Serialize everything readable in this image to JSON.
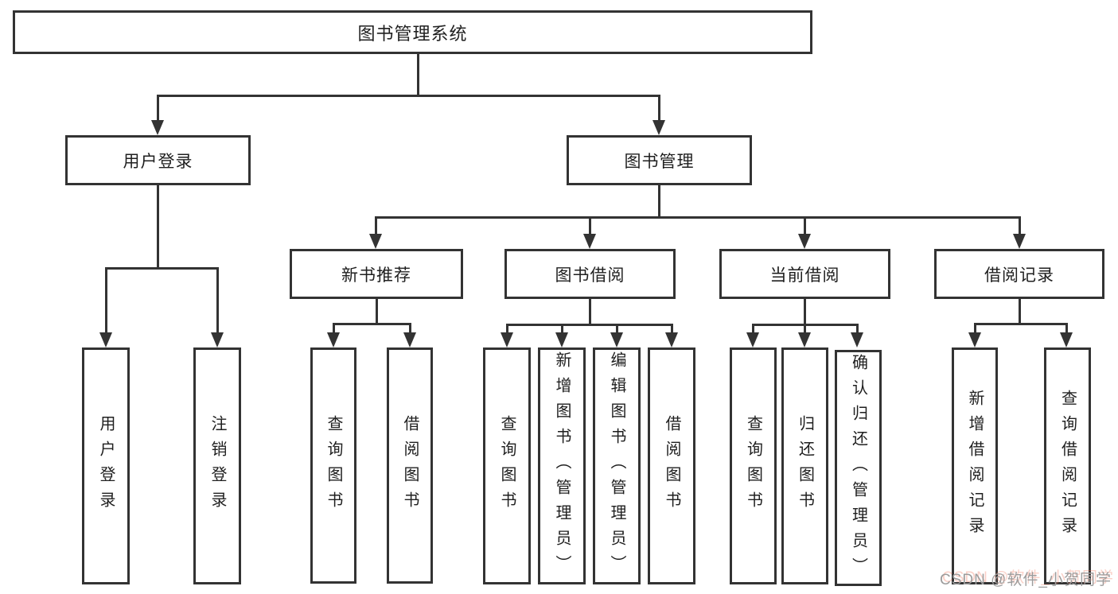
{
  "diagram_title": "图书管理系统",
  "labels": {
    "root": "图书管理系统",
    "user_login": "用户登录",
    "book_mgmt": "图书管理",
    "new_books": "新书推荐",
    "book_borrow": "图书借阅",
    "current_borrow": "当前借阅",
    "borrow_records": "借阅记录",
    "ul_login": "用户登录",
    "ul_logout": "注销登录",
    "nb_query": "查询图书",
    "nb_borrow": "借阅图书",
    "bb_query": "查询图书",
    "bb_add": "新增图书（管理员）",
    "bb_edit": "编辑图书（管理员）",
    "bb_borrow": "借阅图书",
    "cb_query": "查询图书",
    "cb_return": "归还图书",
    "cb_confirm": "确认归还（管理员）",
    "br_add": "新增借阅记录",
    "br_query": "查询借阅记录"
  },
  "watermark": "CSDN @软件_小贺同学",
  "colors": {
    "line": "#333333",
    "text": "#1f1f1f",
    "background": "#ffffff",
    "watermark_gray": "#9c9c9c",
    "watermark_red_shadow": "#f0785f"
  }
}
